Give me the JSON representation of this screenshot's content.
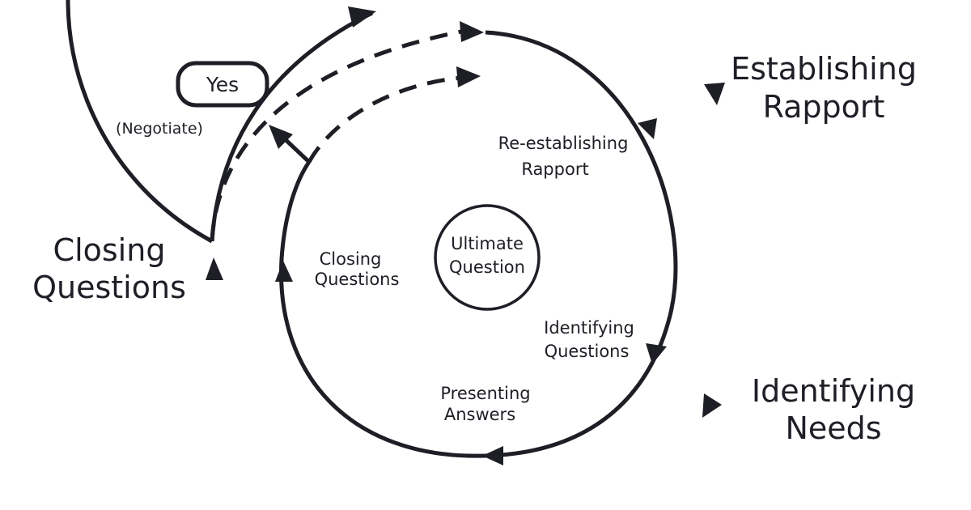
{
  "outer_cycle": {
    "establishing_rapport": [
      "Establishing",
      "Rapport"
    ],
    "identifying_needs": [
      "Identifying",
      "Needs"
    ],
    "closing_questions": [
      "Closing",
      "Questions"
    ]
  },
  "inner_cycle": {
    "re_establishing_rapport": [
      "Re-establishing",
      "Rapport"
    ],
    "identifying_questions": [
      "Identifying",
      "Questions"
    ],
    "presenting_answers": [
      "Presenting",
      "Answers"
    ],
    "closing_questions": [
      "Closing",
      "Questions"
    ]
  },
  "center": [
    "Ultimate",
    "Question"
  ],
  "yes_box": "Yes",
  "negotiate_label": "(Negotiate)",
  "colors": {
    "ink": "#1e1e26",
    "background": "#ffffff"
  }
}
